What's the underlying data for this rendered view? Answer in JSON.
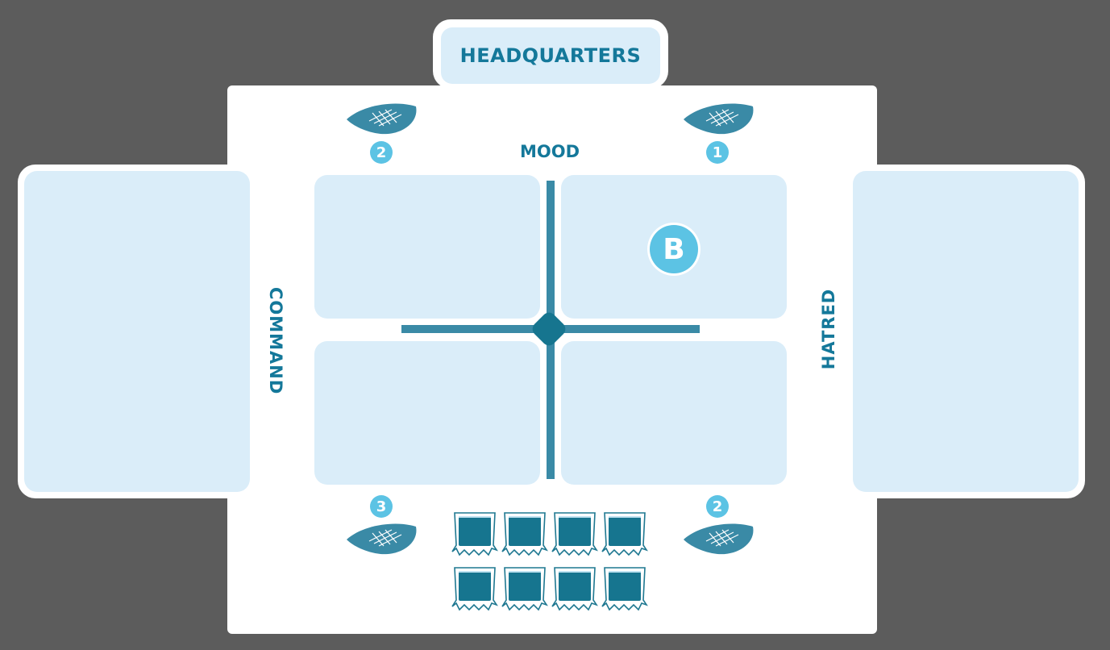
{
  "board": {
    "headquarters": "HEADQUARTERS",
    "mood": "MOOD",
    "command": "COMMAND",
    "hatred": "HATRED",
    "marker": "B"
  },
  "corners": {
    "top_left": "2",
    "top_right": "1",
    "bottom_left": "3",
    "bottom_right": "2"
  },
  "icons": {
    "leaf": "leaf-token-icon",
    "token": "unit-token-icon",
    "node": "center-diamond-icon"
  },
  "reserve_tokens_count": 8,
  "colors": {
    "background": "#5c5c5c",
    "board": "#ffffff",
    "panel": "#daedf9",
    "text": "#14789a",
    "accent": "#5cc3e4",
    "dark": "#16758f"
  }
}
